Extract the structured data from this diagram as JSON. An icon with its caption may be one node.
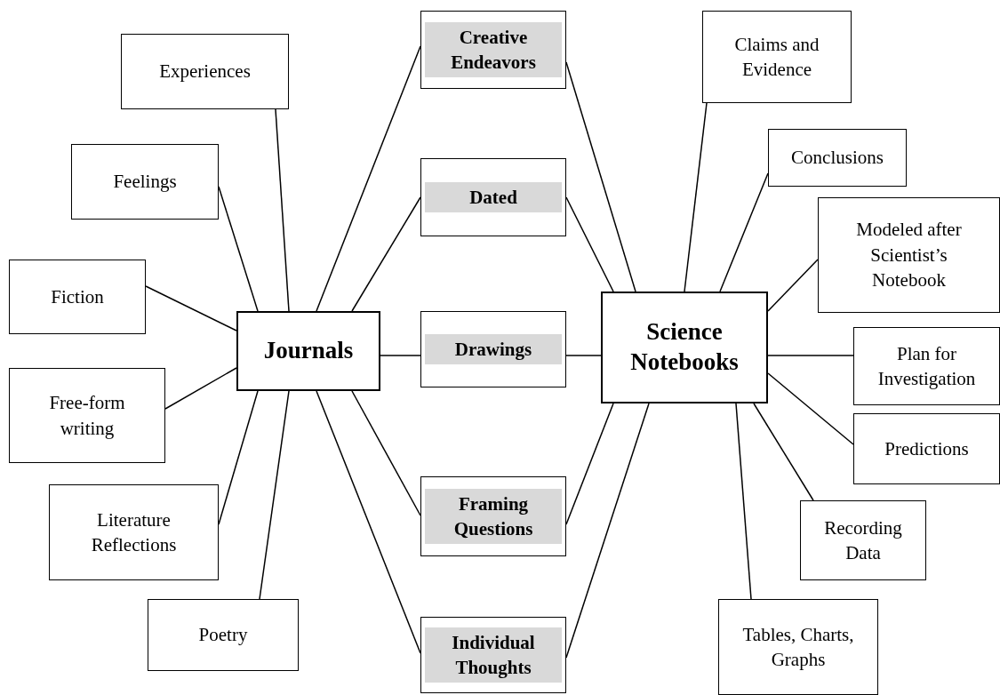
{
  "diagram": {
    "nodes": [
      {
        "text": [
          "Experiences"
        ]
      },
      {
        "text": [
          "Feelings"
        ]
      },
      {
        "text": [
          "Fiction"
        ]
      },
      {
        "text": [
          "Free-form writing"
        ]
      },
      {
        "text": [
          "Literature Reflections"
        ]
      },
      {
        "text": [
          "Poetry"
        ]
      },
      {
        "text": [
          "Journals"
        ]
      },
      {
        "text": [
          "Creative Endeavors"
        ]
      },
      {
        "text": [
          "Dated"
        ]
      },
      {
        "text": [
          "Drawings"
        ]
      },
      {
        "text": [
          "Framing Questions"
        ]
      },
      {
        "text": [
          "Individual Thoughts"
        ]
      },
      {
        "text": [
          "Science Notebooks"
        ]
      },
      {
        "text": [
          "Claims and Evidence"
        ]
      },
      {
        "text": [
          "Conclusions"
        ]
      },
      {
        "text": [
          "Modeled after Scientist’s Notebook"
        ]
      },
      {
        "text": [
          "Plan for Investigation"
        ]
      },
      {
        "text": [
          "Predictions"
        ]
      },
      {
        "text": [
          "Recording Data"
        ]
      },
      {
        "text": [
          "Tables, Charts, Graphs"
        ]
      }
    ],
    "edges": [
      {
        "from": 6,
        "to": 0,
        "arrow": "none"
      },
      {
        "from": 6,
        "to": 1,
        "arrow": "none"
      },
      {
        "from": 6,
        "to": 2,
        "arrow": "none"
      },
      {
        "from": 6,
        "to": 3,
        "arrow": "none"
      },
      {
        "from": 6,
        "to": 4,
        "arrow": "none"
      },
      {
        "from": 6,
        "to": 5,
        "arrow": "none"
      },
      {
        "from": 6,
        "to": 7,
        "arrow": "none"
      },
      {
        "from": 6,
        "to": 8,
        "arrow": "none"
      },
      {
        "from": 6,
        "to": 9,
        "arrow": "none"
      },
      {
        "from": 6,
        "to": 10,
        "arrow": "none"
      },
      {
        "from": 6,
        "to": 11,
        "arrow": "none"
      },
      {
        "from": 12,
        "to": 7,
        "arrow": "none"
      },
      {
        "from": 12,
        "to": 8,
        "arrow": "none"
      },
      {
        "from": 12,
        "to": 9,
        "arrow": "none"
      },
      {
        "from": 12,
        "to": 10,
        "arrow": "none"
      },
      {
        "from": 12,
        "to": 11,
        "arrow": "none"
      },
      {
        "from": 12,
        "to": 13,
        "arrow": "none"
      },
      {
        "from": 12,
        "to": 14,
        "arrow": "none"
      },
      {
        "from": 12,
        "to": 15,
        "arrow": "none"
      },
      {
        "from": 12,
        "to": 16,
        "arrow": "none"
      },
      {
        "from": 12,
        "to": 17,
        "arrow": "none"
      },
      {
        "from": 12,
        "to": 18,
        "arrow": "none"
      },
      {
        "from": 12,
        "to": 19,
        "arrow": "none"
      }
    ]
  }
}
